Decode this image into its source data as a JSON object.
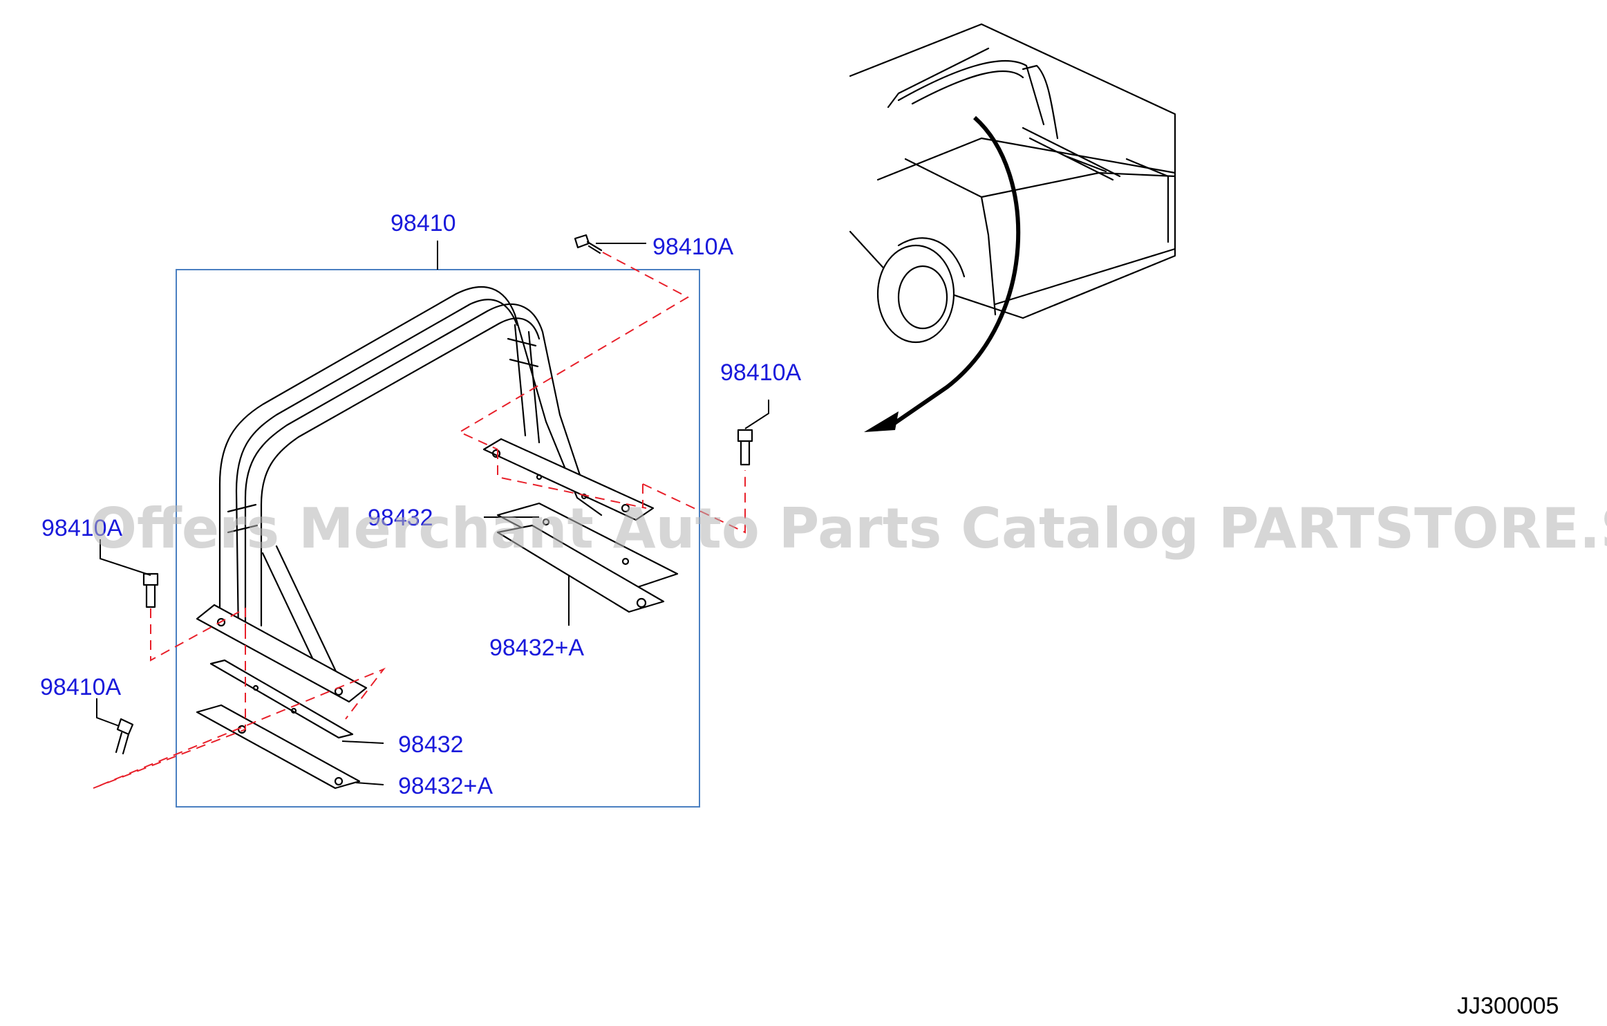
{
  "labels": {
    "bar_main": "98410",
    "bolt_top": "98410A",
    "bolt_right": "98410A",
    "bolt_left_upper": "98410A",
    "bolt_left_lower": "98410A",
    "plate_right": "98432",
    "plate_right_a": "98432+A",
    "plate_left": "98432",
    "plate_left_a": "98432+A"
  },
  "diagram_code": "JJ300005",
  "watermark": "Offers Merchant Auto Parts Catalog PARTSTORE.SA",
  "colors": {
    "label": "#1a1adb",
    "dash": "#e8202a",
    "frame": "#4a7fc1",
    "line": "#000000"
  }
}
